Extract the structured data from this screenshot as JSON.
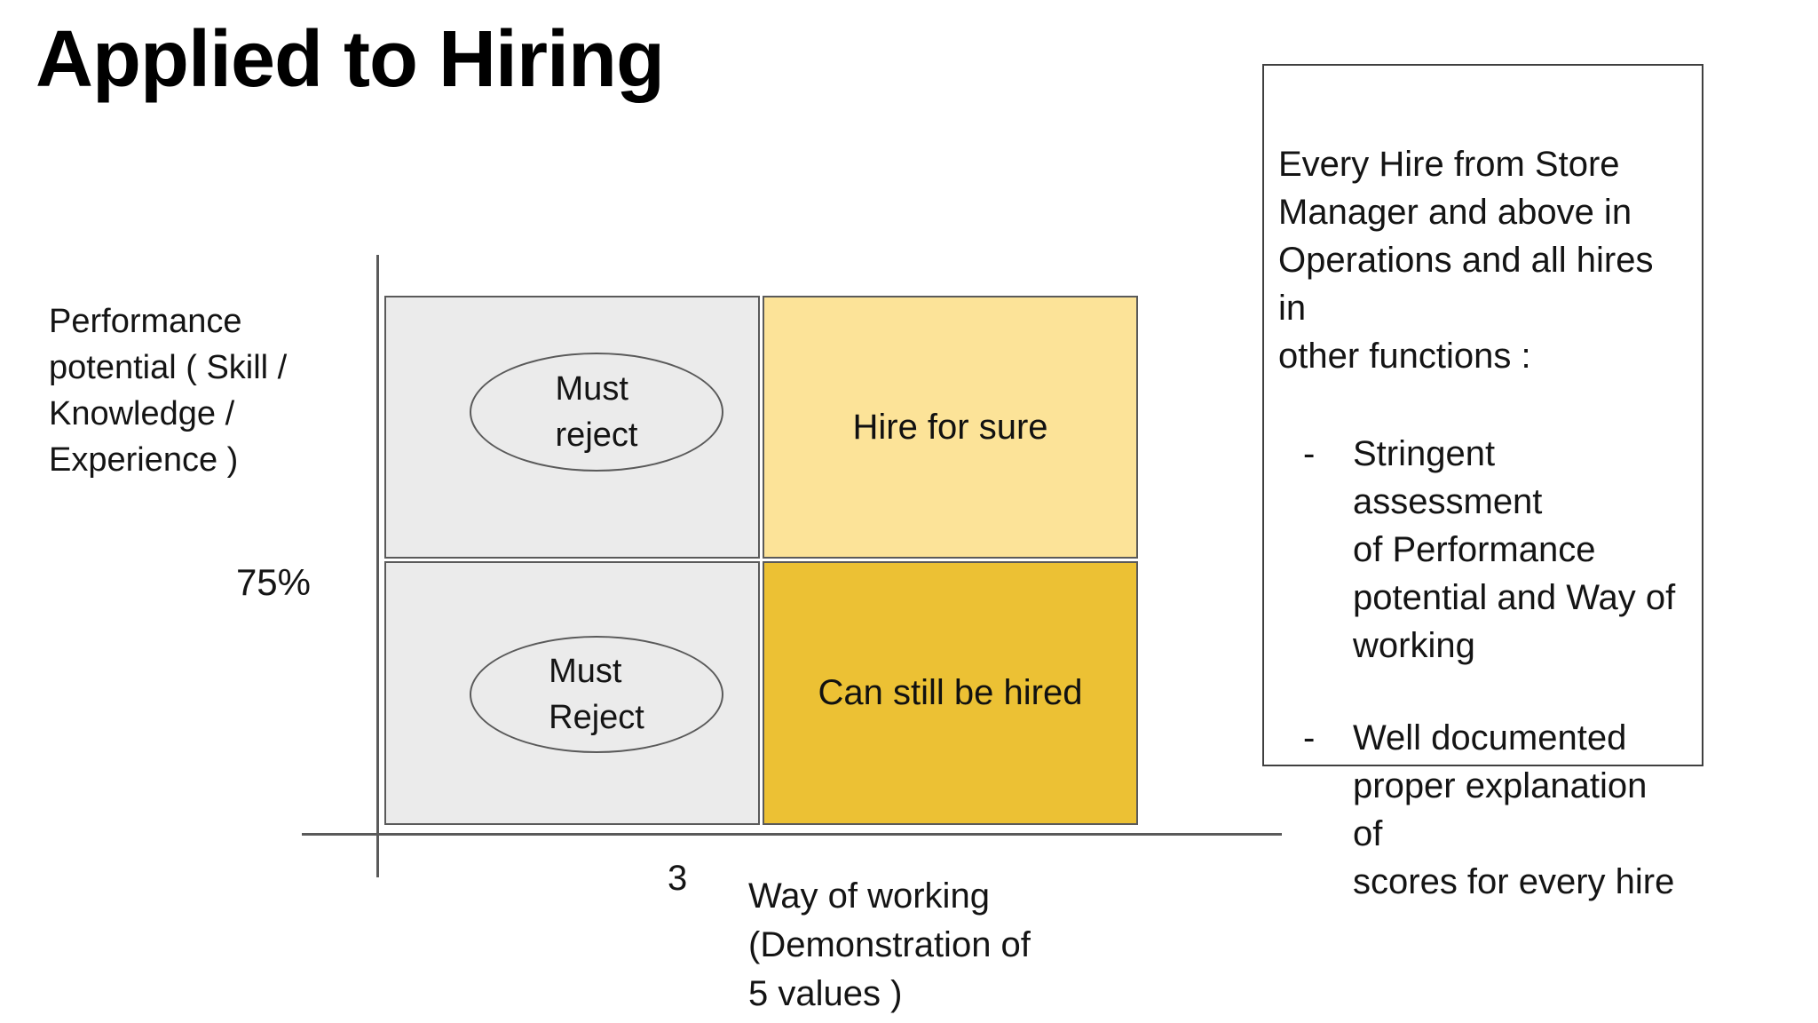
{
  "slide": {
    "title": "Applied to Hiring"
  },
  "matrix": {
    "y_axis_label": "Performance\npotential ( Skill /\nKnowledge /\nExperience )",
    "y_threshold": "75%",
    "x_threshold": "3",
    "x_axis_label": "Way of working\n(Demonstration of\n5 values )",
    "quadrants": {
      "top_left": {
        "ellipse_label": "Must\nreject"
      },
      "top_right": {
        "label": "Hire for sure"
      },
      "bottom_left": {
        "ellipse_label": "Must\nReject"
      },
      "bottom_right": {
        "label": "Can still be hired"
      }
    },
    "colors": {
      "neutral_quadrant": "#ebebeb",
      "hire_for_sure_quadrant": "#fce398",
      "can_still_be_hired_quadrant": "#ecc134",
      "border": "#5a5a5a"
    }
  },
  "side_panel": {
    "intro": "Every Hire from Store\nManager and above in\nOperations and all hires in\nother functions :",
    "bullets": [
      {
        "marker": "-",
        "text": "Stringent assessment\nof Performance\npotential and Way of\nworking"
      },
      {
        "marker": "-",
        "text": "Well documented\nproper explanation of\nscores for every hire"
      }
    ]
  }
}
